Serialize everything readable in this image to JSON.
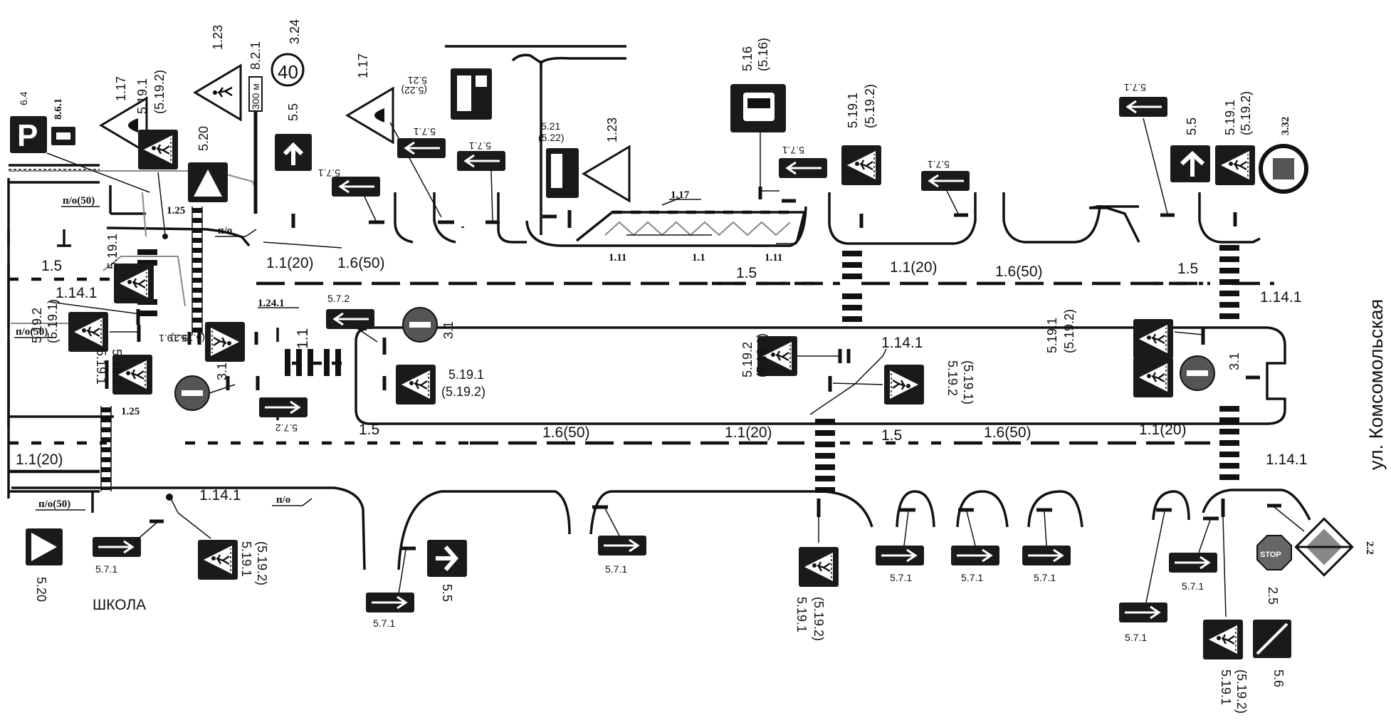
{
  "street_name": "ул. Комсомольская",
  "school_label": "ШКОЛА",
  "road_labels": {
    "lbl_1_5_a": "1.5",
    "lbl_1_1_20_a": "1.1(20)",
    "lbl_1_6_50_a": "1.6(50)",
    "lbl_1_5_b": "1.5",
    "lbl_1_1_20_b": "1.1(20)",
    "lbl_1_6_50_b": "1.6(50)",
    "lbl_1_5_c": "1.5",
    "lbl_1_5_d": "1.5",
    "lbl_1_6_50_c": "1.6(50)",
    "lbl_1_1_20_c": "1.1(20)",
    "lbl_1_5_e": "1.5",
    "lbl_1_6_50_d": "1.6(50)",
    "lbl_1_1_20_d": "1.1(20)",
    "lbl_1_1_20_e": "1.1(20)",
    "lbl_1_1_vert": "1.1",
    "lbl_1_14_1_a": "1.14.1",
    "lbl_1_14_1_b": "1.14.1",
    "lbl_1_14_1_c": "1.14.1",
    "lbl_1_14_1_d": "1.14.1",
    "lbl_1_14_1_e": "1.14.1",
    "lbl_1_25_a": "1.25",
    "lbl_1_25_b": "1.25",
    "lbl_1_11_a": "1.11",
    "lbl_1_1_bus": "1.1",
    "lbl_1_11_b": "1.11",
    "lbl_1_17_bus": "1.17",
    "lbl_1_24_1": "1.24.1",
    "po50_a": "п/о(50)",
    "po_a": "п/о",
    "po50_b": "п/о(50)",
    "po50_c": "п/о(50)",
    "po_b": "п/о"
  },
  "sign_codes": {
    "s_6_4": "6.4",
    "s_8_6_1": "8.6.1",
    "s_1_17_a": "1.17",
    "s_5_19_1_a": "5.19.1",
    "s_5_19_2_a": "(5.19.2)",
    "s_5_20_a": "5.20",
    "s_1_23_a": "1.23",
    "s_8_2_1": "8.2.1",
    "s_300m": "300 м",
    "s_3_24": "3.24",
    "s_40": "40",
    "s_5_5_a": "5.5",
    "s_1_17_b": "1.17",
    "s_5_7_1_a": "5.7.1",
    "s_5_7_1_b": "5.7.1",
    "s_5_7_1_c": "5.7.1",
    "s_5_21_a": "5.21",
    "s_5_22_a": "(5.22)",
    "s_5_21_b": "5.21",
    "s_5_22_b": "(5.22)",
    "s_1_23_b": "1.23",
    "s_5_16": "5.16",
    "s_5_16_p": "(5.16)",
    "s_5_7_1_d": "5.7.1",
    "s_5_19_1_b": "5.19.1",
    "s_5_19_2_b": "(5.19.2)",
    "s_5_7_1_e": "5.7.1",
    "s_5_7_1_f": "5.7.1",
    "s_5_5_b": "5.5",
    "s_5_19_1_c": "5.19.1",
    "s_5_19_2_c": "(5.19.2)",
    "s_3_32": "3.32",
    "s_5_19_1_d": "5.19.1",
    "s_5_19_2_d": "(5.19.2)",
    "s_5_19_2_e": "5.19.2",
    "s_5_19_1_e": "(5.19.1)",
    "s_5_19_1_f": "5.19.1",
    "s_5_19_2_f": "(5.19.2)",
    "s_5_7_2_a": "5.7.2",
    "s_3_1_a": "3.1",
    "s_5_19_1_g": "5.19.1",
    "s_5_19_2_g": "(5.19.2)",
    "s_3_1_b": "3.1",
    "s_5_7_2_b": "5.7.2",
    "s_5_19_1_h": "5.19.1",
    "s_5_19_2_h": "5.19.2",
    "s_5_19_1_i": "(5.19.1)",
    "s_5_19_2_j": "5.19.2",
    "s_5_19_1_j": "(5.19.1)",
    "s_5_19_1_k": "5.19.1",
    "s_5_19_2_k": "(5.19.2)",
    "s_3_1_c": "3.1",
    "s_5_19_1_l": "5.19.1",
    "s_5_19_2_l": "(5.19.2)",
    "s_5_19_2_m": "5.19.2",
    "s_5_19_1_m": "(5.19.1)",
    "s_5_19_1_n": "5.19.1",
    "s_5_20_b": "5.20",
    "s_5_7_1_g": "5.7.1",
    "s_5_19_1_o": "5.19.1",
    "s_5_19_2_o": "(5.19.2)",
    "s_5_7_1_h": "5.7.1",
    "s_5_5_c": "5.5",
    "s_5_7_1_i": "5.7.1",
    "s_5_19_1_p": "5.19.1",
    "s_5_19_2_p": "(5.19.2)",
    "s_5_7_1_j": "5.7.1",
    "s_5_7_1_k": "5.7.1",
    "s_5_7_1_l": "5.7.1",
    "s_5_7_1_m": "5.7.1",
    "s_5_7_1_n": "5.7.1",
    "s_5_19_1_q": "5.19.1",
    "s_5_19_2_q": "(5.19.2)",
    "s_5_6": "5.6",
    "s_stop": "STOP",
    "s_2_5": "2.5",
    "s_2_2": "2.2",
    "s_p": "P"
  }
}
